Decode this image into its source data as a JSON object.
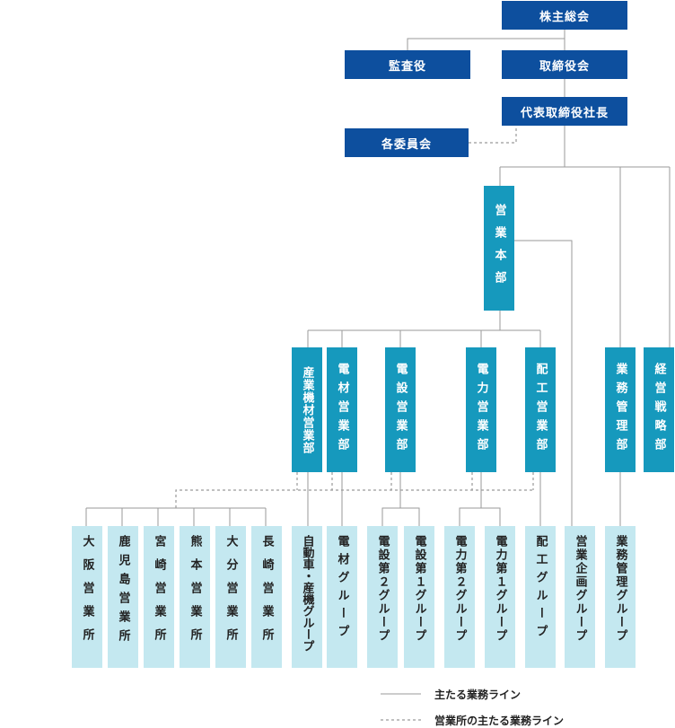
{
  "executives": {
    "shareholders": "株主総会",
    "auditor": "監査役",
    "board": "取締役会",
    "president": "代表取締役社長",
    "committees": "各委員会"
  },
  "sales_hq": "営業本部",
  "departments": {
    "sangyo": "産業機材営業部",
    "denzai": "電材営業部",
    "densetsu": "電設営業部",
    "denryoku": "電力営業部",
    "haiko": "配工営業部",
    "gyomu_kanri": "業務管理部",
    "keiei_senryaku": "経営戦略部"
  },
  "units": {
    "osaka": "大阪営業所",
    "kagoshima": "鹿児島営業所",
    "miyazaki": "宮崎営業所",
    "kumamoto": "熊本営業所",
    "oita": "大分営業所",
    "nagasaki": "長崎営業所",
    "auto": "自動車・産機グループ",
    "denzai_group": "電材グループ",
    "densetsu2": "電設第２グループ",
    "densetsu1": "電設第１グループ",
    "denryoku2": "電力第２グループ",
    "denryoku1": "電力第１グループ",
    "haiko_group": "配工グループ",
    "eigyo_kikaku": "営業企画グループ",
    "gyomu_kanri_group": "業務管理グループ"
  },
  "legend": {
    "solid": "主たる業務ライン",
    "dashed": "営業所の主たる業務ライン"
  },
  "colors": {
    "executive": "#0d4f9e",
    "department": "#1699bd",
    "unit": "#c4e8f0",
    "line": "#999999"
  }
}
